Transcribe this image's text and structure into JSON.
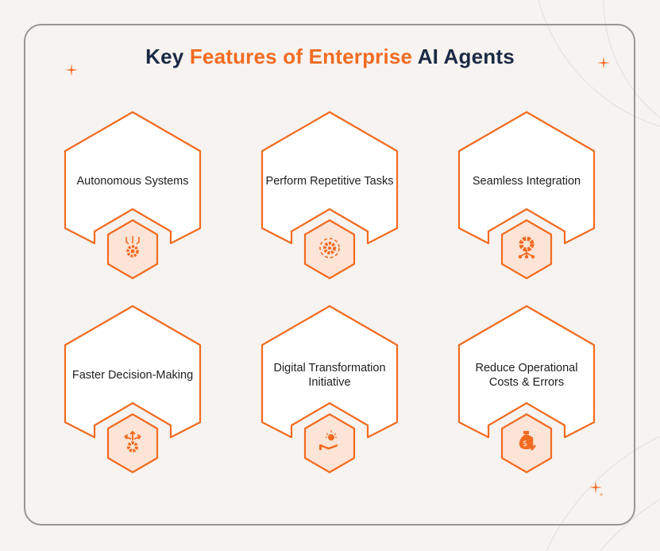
{
  "title": {
    "part1": "Key",
    "part2": "Features of Enterprise",
    "part3": "AI Agents"
  },
  "colors": {
    "accent": "#f26b21",
    "title": "#1b2a45",
    "icon_fill": "#fce4d6",
    "background": "#f7f3f0"
  },
  "features": [
    {
      "label": "Autonomous Systems",
      "icon": "circuit-gear-icon"
    },
    {
      "label": "Perform Repetitive Tasks",
      "icon": "cycle-gear-icon"
    },
    {
      "label": "Seamless Integration",
      "icon": "gear-network-icon"
    },
    {
      "label": "Faster Decision-Making",
      "icon": "gear-arrows-icon"
    },
    {
      "label": "Digital Transformation Initiative",
      "icon": "hand-lightbulb-icon"
    },
    {
      "label": "Reduce Operational Costs & Errors",
      "icon": "money-bag-down-icon"
    }
  ]
}
